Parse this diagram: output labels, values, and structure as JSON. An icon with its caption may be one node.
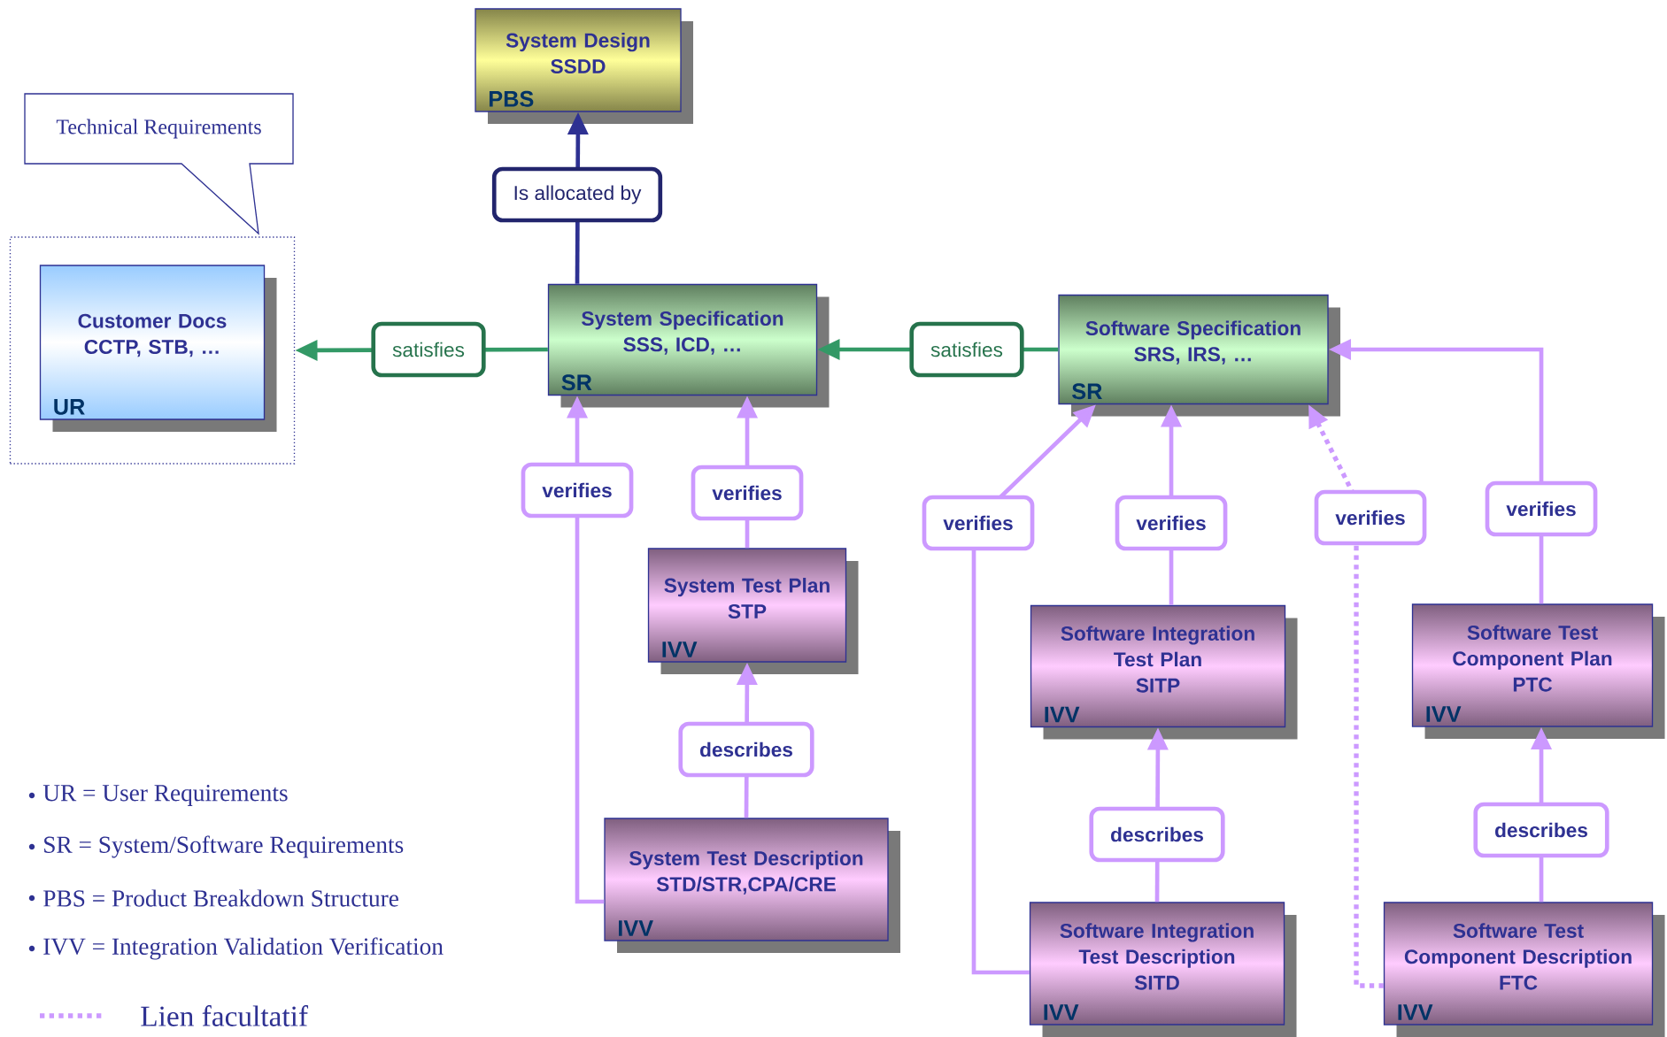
{
  "diagram": {
    "nodes": [
      {
        "text": [
          "Technical Requirements"
        ]
      },
      {
        "text": [],
        "shape": "box"
      },
      {
        "text": [
          "System Design",
          "SSDD",
          "PBS"
        ]
      },
      {
        "text": [
          "Customer Docs",
          "CCTP, STB, …",
          "UR"
        ],
        "in": 1
      },
      {
        "text": [
          "System Specification",
          "SSS, ICD, …",
          "SR"
        ]
      },
      {
        "text": [
          "Software Specification",
          "SRS, IRS, …",
          "SR"
        ]
      },
      {
        "text": [
          "System Test Plan",
          "STP",
          "IVV"
        ]
      },
      {
        "text": [
          "Software Integration Test Plan",
          "SITP",
          "IVV"
        ]
      },
      {
        "text": [
          "Software Test Component Plan",
          "PTC",
          "IVV"
        ]
      },
      {
        "text": [
          "System Test Description",
          "STD/STR,CPA/CRE",
          "IVV"
        ]
      },
      {
        "text": [
          "Software Integration Test Description",
          "SITD",
          "IVV"
        ]
      },
      {
        "text": [
          "Software Test Component Description",
          "FTC",
          "IVV"
        ]
      }
    ],
    "edges": [
      {
        "from": 4,
        "to": 2,
        "arrow": "to",
        "label": "Is allocated by",
        "color": "#2e3192"
      },
      {
        "from": 4,
        "to": 1,
        "arrow": "to",
        "label": "satisfies",
        "color": "#339966"
      },
      {
        "from": 5,
        "to": 4,
        "arrow": "to",
        "label": "satisfies",
        "color": "#339966"
      },
      {
        "from": 9,
        "to": 4,
        "arrow": "to",
        "label": "verifies"
      },
      {
        "from": 6,
        "to": 4,
        "arrow": "to",
        "label": "verifies"
      },
      {
        "from": 10,
        "to": 5,
        "arrow": "to",
        "label": "verifies"
      },
      {
        "from": 7,
        "to": 5,
        "arrow": "to",
        "label": "verifies"
      },
      {
        "from": 11,
        "to": 5,
        "arrow": "to",
        "label": "verifies",
        "style": "dashed"
      },
      {
        "from": 8,
        "to": 5,
        "arrow": "to",
        "label": "verifies"
      },
      {
        "from": 9,
        "to": 6,
        "arrow": "to",
        "label": "describes"
      },
      {
        "from": 10,
        "to": 7,
        "arrow": "to",
        "label": "describes"
      },
      {
        "from": 11,
        "to": 8,
        "arrow": "to",
        "label": "describes"
      }
    ],
    "labels": [
      "UR = User Requirements",
      "SR = System/Software Requirements",
      "PBS = Product Breakdown Structure",
      "IVV = Integration Validation Verification"
    ],
    "legend": [
      {
        "text": "Lien facultatif"
      }
    ]
  }
}
